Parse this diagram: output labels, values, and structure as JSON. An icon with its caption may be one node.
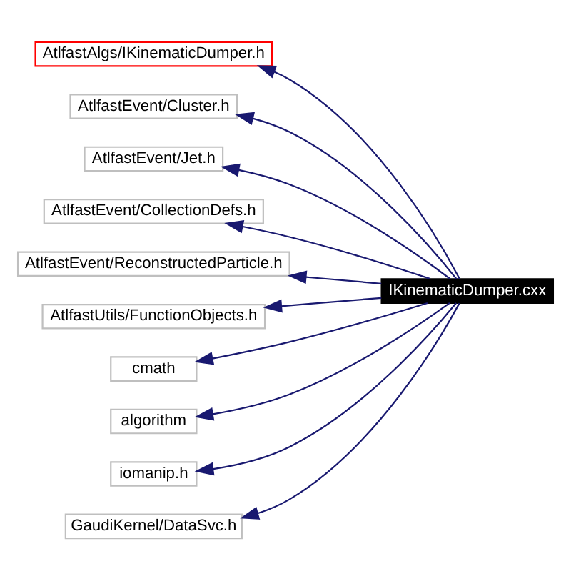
{
  "diagram": {
    "nodes": [
      {
        "text": [
          "AtlfastAlgs/IKinematicDumper.h"
        ]
      },
      {
        "text": [
          "AtlfastEvent/Cluster.h"
        ]
      },
      {
        "text": [
          "AtlfastEvent/Jet.h"
        ]
      },
      {
        "text": [
          "AtlfastEvent/CollectionDefs.h"
        ]
      },
      {
        "text": [
          "AtlfastEvent/ReconstructedParticle.h"
        ]
      },
      {
        "text": [
          "AtlfastUtils/FunctionObjects.h"
        ]
      },
      {
        "text": [
          "cmath"
        ]
      },
      {
        "text": [
          "algorithm"
        ]
      },
      {
        "text": [
          "iomanip.h"
        ]
      },
      {
        "text": [
          "GaudiKernel/DataSvc.h"
        ]
      },
      {
        "text": [
          "IKinematicDumper.cxx"
        ]
      }
    ],
    "edges": [
      {
        "from": 10,
        "to": 0,
        "arrow": "to"
      },
      {
        "from": 10,
        "to": 1,
        "arrow": "to"
      },
      {
        "from": 10,
        "to": 2,
        "arrow": "to"
      },
      {
        "from": 10,
        "to": 3,
        "arrow": "to"
      },
      {
        "from": 10,
        "to": 4,
        "arrow": "to"
      },
      {
        "from": 10,
        "to": 5,
        "arrow": "to"
      },
      {
        "from": 10,
        "to": 6,
        "arrow": "to"
      },
      {
        "from": 10,
        "to": 7,
        "arrow": "to"
      },
      {
        "from": 10,
        "to": 8,
        "arrow": "to"
      },
      {
        "from": 10,
        "to": 9,
        "arrow": "to"
      }
    ]
  }
}
